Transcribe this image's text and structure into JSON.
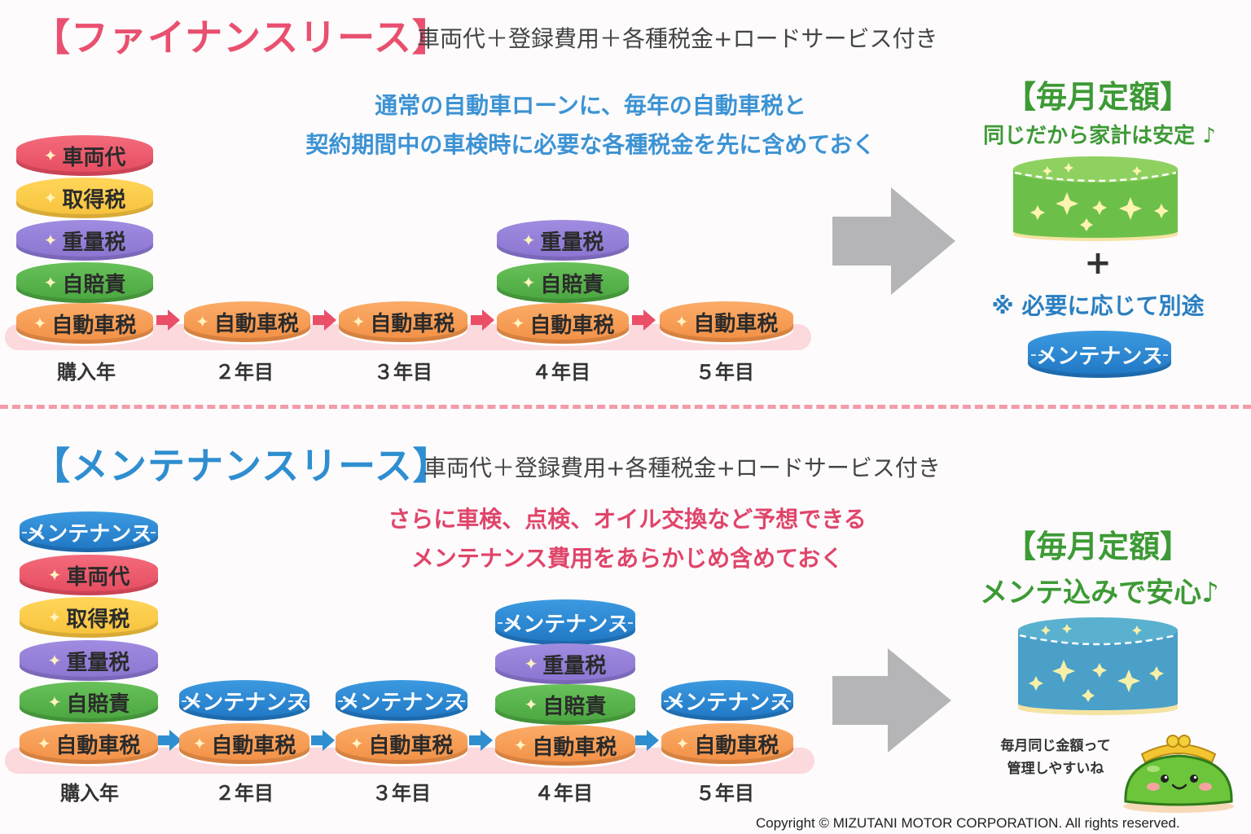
{
  "finance": {
    "title": "【ファイナンスリース】",
    "subtitle": "車両代＋登録費用＋各種税金+ロードサービス付き",
    "description": [
      "通常の自動車ローンに、毎年の自動車税と",
      "契約期間中の車検時に必要な各種税金を先に含めておく"
    ],
    "years": [
      {
        "label": "購入年",
        "layers": [
          "車両代",
          "取得税",
          "重量税",
          "自賠責",
          "自動車税"
        ]
      },
      {
        "label": "２年目",
        "layers": [
          "自動車税"
        ]
      },
      {
        "label": "３年目",
        "layers": [
          "自動車税"
        ]
      },
      {
        "label": "４年目",
        "layers": [
          "重量税",
          "自賠責",
          "自動車税"
        ]
      },
      {
        "label": "５年目",
        "layers": [
          "自動車税"
        ]
      }
    ],
    "result": {
      "heading": "【毎月定額】",
      "caption": "同じだから家計は安定 ♪",
      "plus": "+",
      "note": "※ 必要に応じて別途",
      "extra_layer": "メンテナンス"
    }
  },
  "maintenance": {
    "title": "【メンテナンスリース】",
    "subtitle": "車両代＋登録費用+各種税金+ロードサービス付き",
    "description": [
      "さらに車検、点検、オイル交換など予想できる",
      "メンテナンス費用をあらかじめ含めておく"
    ],
    "years": [
      {
        "label": "購入年",
        "layers": [
          "メンテナンス",
          "車両代",
          "取得税",
          "重量税",
          "自賠責",
          "自動車税"
        ]
      },
      {
        "label": "２年目",
        "layers": [
          "メンテナンス",
          "自動車税"
        ]
      },
      {
        "label": "３年目",
        "layers": [
          "メンテナンス",
          "自動車税"
        ]
      },
      {
        "label": "４年目",
        "layers": [
          "メンテナンス",
          "重量税",
          "自賠責",
          "自動車税"
        ]
      },
      {
        "label": "５年目",
        "layers": [
          "メンテナンス",
          "自動車税"
        ]
      }
    ],
    "result": {
      "heading": "【毎月定額】",
      "caption": "メンテ込みで安心♪",
      "mascot_speech": [
        "毎月同じ金額って",
        "管理しやすいね"
      ]
    }
  },
  "colors": {
    "pink_accent": "#e9506f",
    "blue_accent": "#2f8ed0",
    "green_accent": "#3d9a35"
  },
  "footer": {
    "copyright": "Copyright © MIZUTANI MOTOR CORPORATION. All rights reserved."
  }
}
